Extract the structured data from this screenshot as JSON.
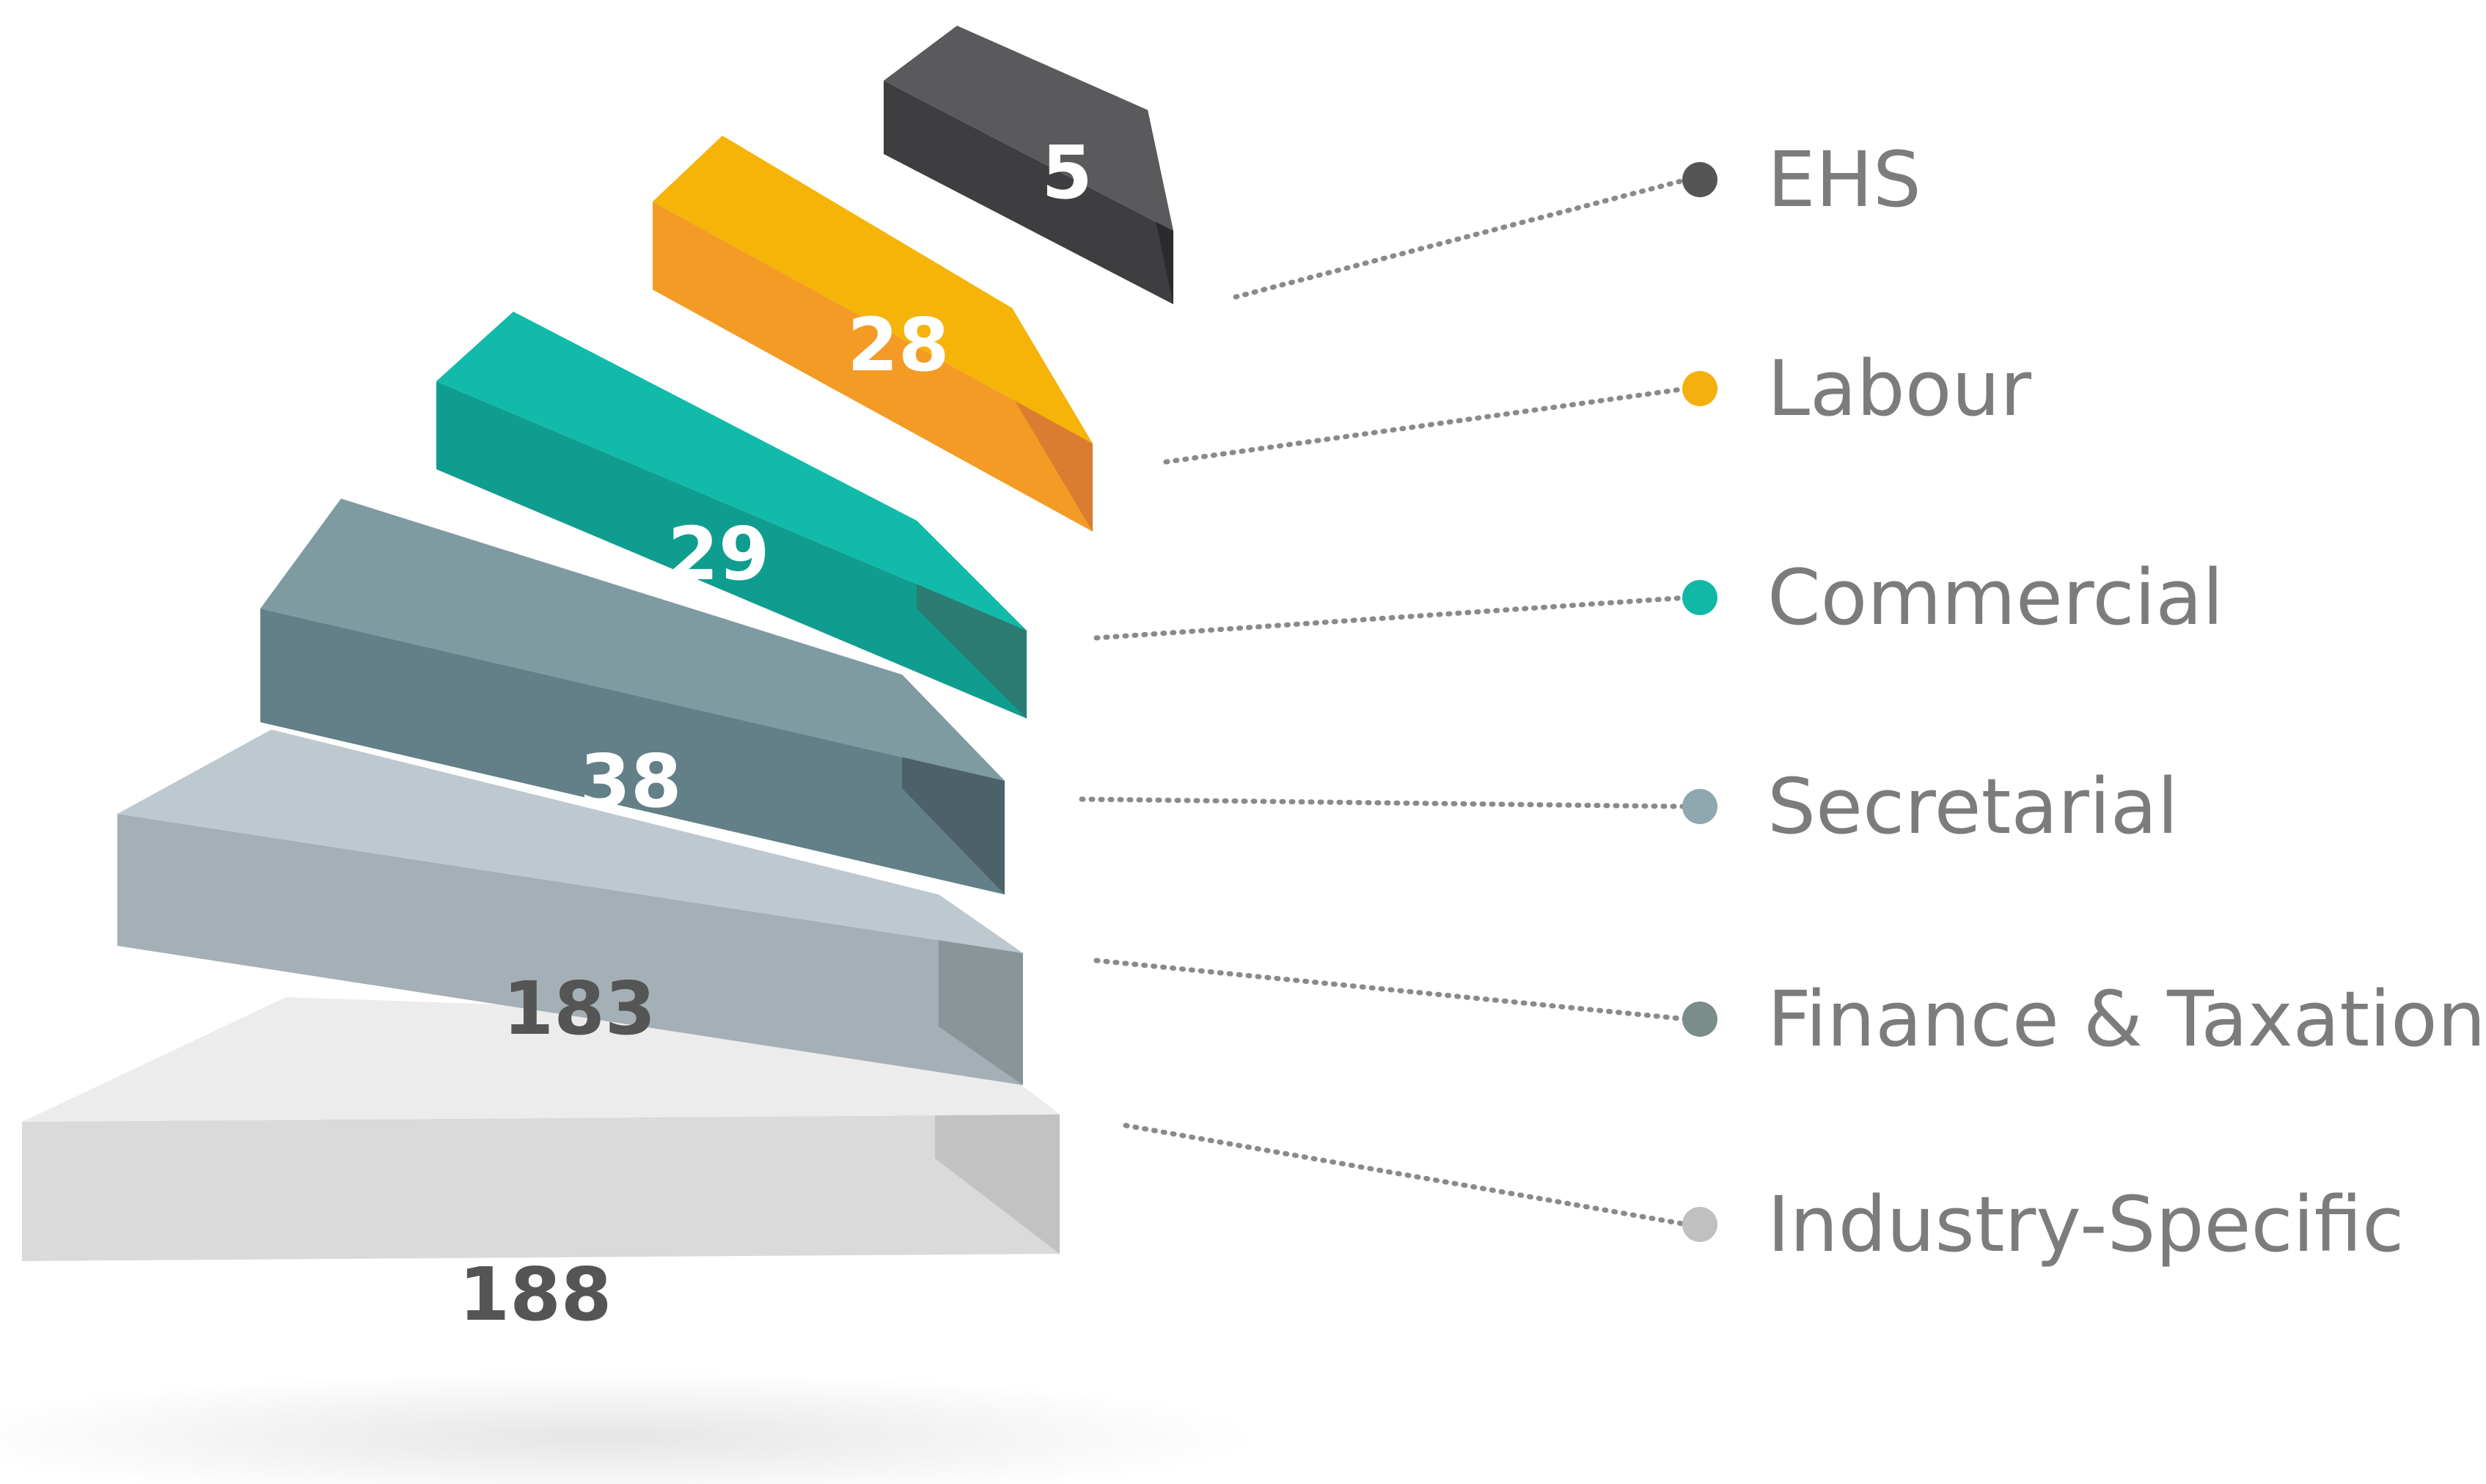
{
  "diagram": {
    "layers": [
      {
        "value": "5",
        "label": "EHS",
        "colors": {
          "top": "#5a595c",
          "left": "#3e3d40",
          "front": "#2b2a2d",
          "dot": "#555555",
          "text": "#ffffff"
        }
      },
      {
        "value": "28",
        "label": "Labour",
        "colors": {
          "top": "#f6b308",
          "left": "#f39b24",
          "front": "#d97d30",
          "dot": "#f4b00f",
          "text": "#ffffff"
        }
      },
      {
        "value": "29",
        "label": "Commercial",
        "colors": {
          "top": "#12bba9",
          "left": "#0f9d8f",
          "front": "#2d7c74",
          "dot": "#11b8a6",
          "text": "#ffffff"
        }
      },
      {
        "value": "38",
        "label": "Secretarial",
        "colors": {
          "top": "#7f9ba2",
          "left": "#637f87",
          "front": "#4d6169",
          "dot": "#8fa7ae",
          "text": "#ffffff"
        }
      },
      {
        "value": "183",
        "label": "Finance & Taxation",
        "colors": {
          "top": "#bdc9ce",
          "left": "#a4b0b6",
          "front": "#8a959a",
          "dot": "#7a8d8a",
          "text": "#555555"
        }
      },
      {
        "value": "188",
        "label": "Industry-Specific",
        "colors": {
          "top": "#ececec",
          "left": "#dadada",
          "front": "#c2c2c2",
          "dot": "#c0c0c0",
          "text": "#555555"
        }
      }
    ]
  }
}
